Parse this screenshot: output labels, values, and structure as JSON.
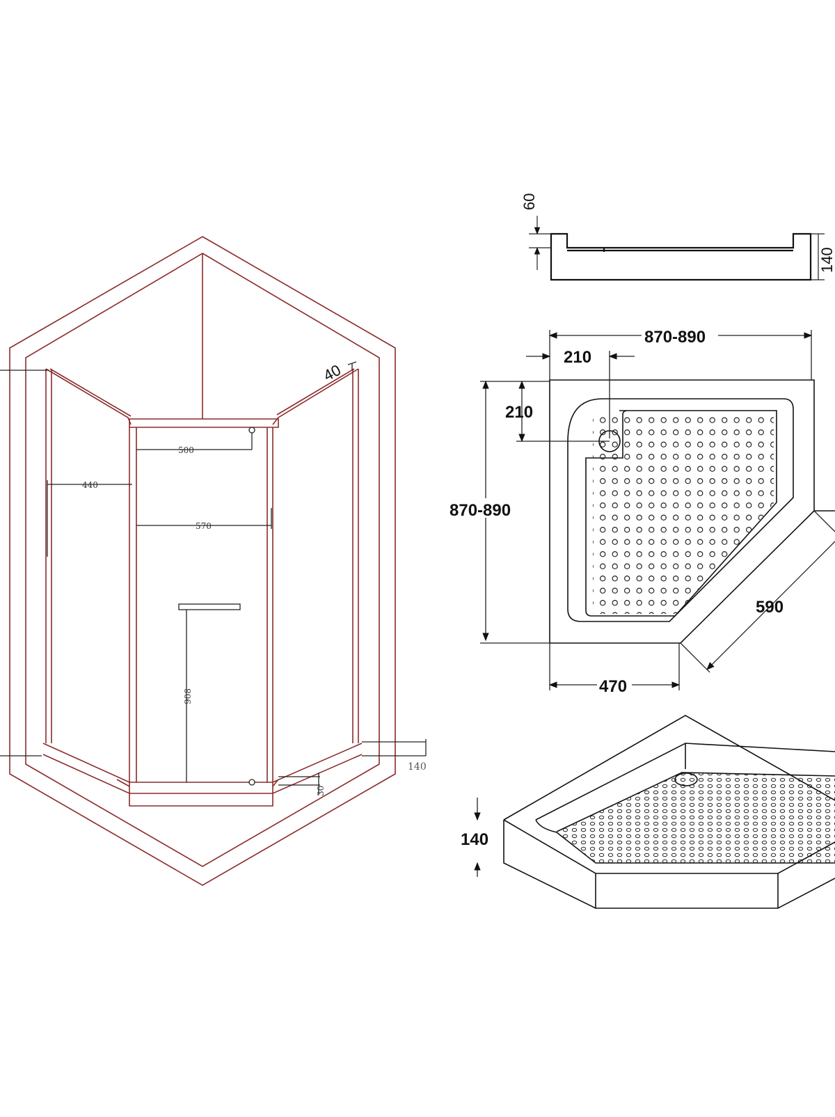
{
  "colors": {
    "cabin_line": "#8b2a2a",
    "dim_line": "#111111",
    "tray_line": "#111111"
  },
  "cabin": {
    "labels": {
      "angle": "40",
      "w500": "500",
      "w440": "440",
      "w570": "570",
      "h908": "908",
      "d140": "140",
      "d30": "30"
    }
  },
  "tray_side": {
    "labels": {
      "lip": "60",
      "height": "140"
    }
  },
  "tray_plan": {
    "labels": {
      "width": "870-890",
      "depth": "870-890",
      "drain_x": "210",
      "drain_y": "210",
      "front": "470",
      "diagonal": "590"
    }
  },
  "tray_iso": {
    "labels": {
      "height": "140"
    }
  }
}
